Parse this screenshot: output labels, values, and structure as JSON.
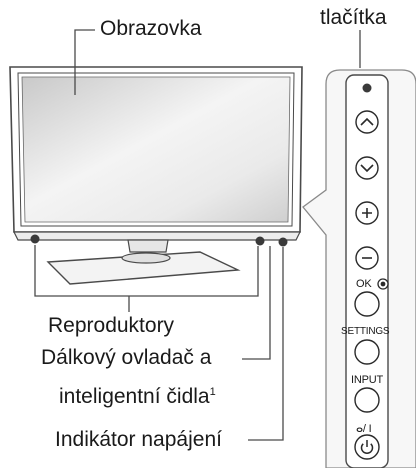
{
  "labels": {
    "screen": "Obrazovka",
    "buttons": "tlačítka",
    "speakers": "Reproduktory",
    "remote_line1": "Dálkový ovladač a",
    "remote_line2": "inteligentní čidla",
    "remote_footnote": "1",
    "power_indicator": "Indikátor napájení"
  },
  "panel": {
    "ok_label": "OK",
    "settings_label": "SETTINGS",
    "input_label": "INPUT",
    "power_label": "ⴰ/ I"
  },
  "icons": [
    "chevron-up",
    "chevron-down",
    "plus",
    "minus",
    "ok-target",
    "power"
  ],
  "colors": {
    "outline": "#4a4a4a",
    "screen_light": "#f2f2f2",
    "screen_dark": "#c9c9c9",
    "panel_fill": "#f7f7f7",
    "dot": "#3a3a3a"
  }
}
